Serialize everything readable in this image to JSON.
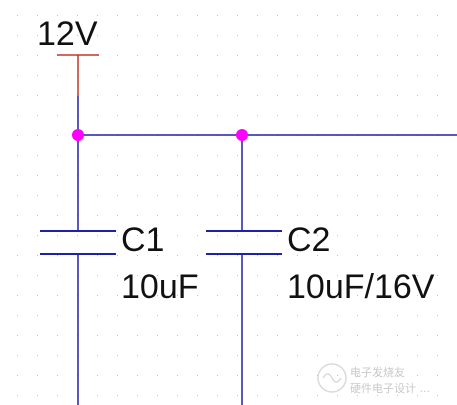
{
  "supply": {
    "label": "12V"
  },
  "capacitors": [
    {
      "ref": "C1",
      "value": "10uF"
    },
    {
      "ref": "C2",
      "value": "10uF/16V"
    }
  ],
  "watermark": {
    "line1": "电子发烧友",
    "line2": "硬件电子设计 ..."
  },
  "colors": {
    "wire": "#2020a8",
    "power": "#c0392b",
    "junction": "#ff00ff",
    "grid": "#c0c0c0",
    "text": "#111111"
  }
}
